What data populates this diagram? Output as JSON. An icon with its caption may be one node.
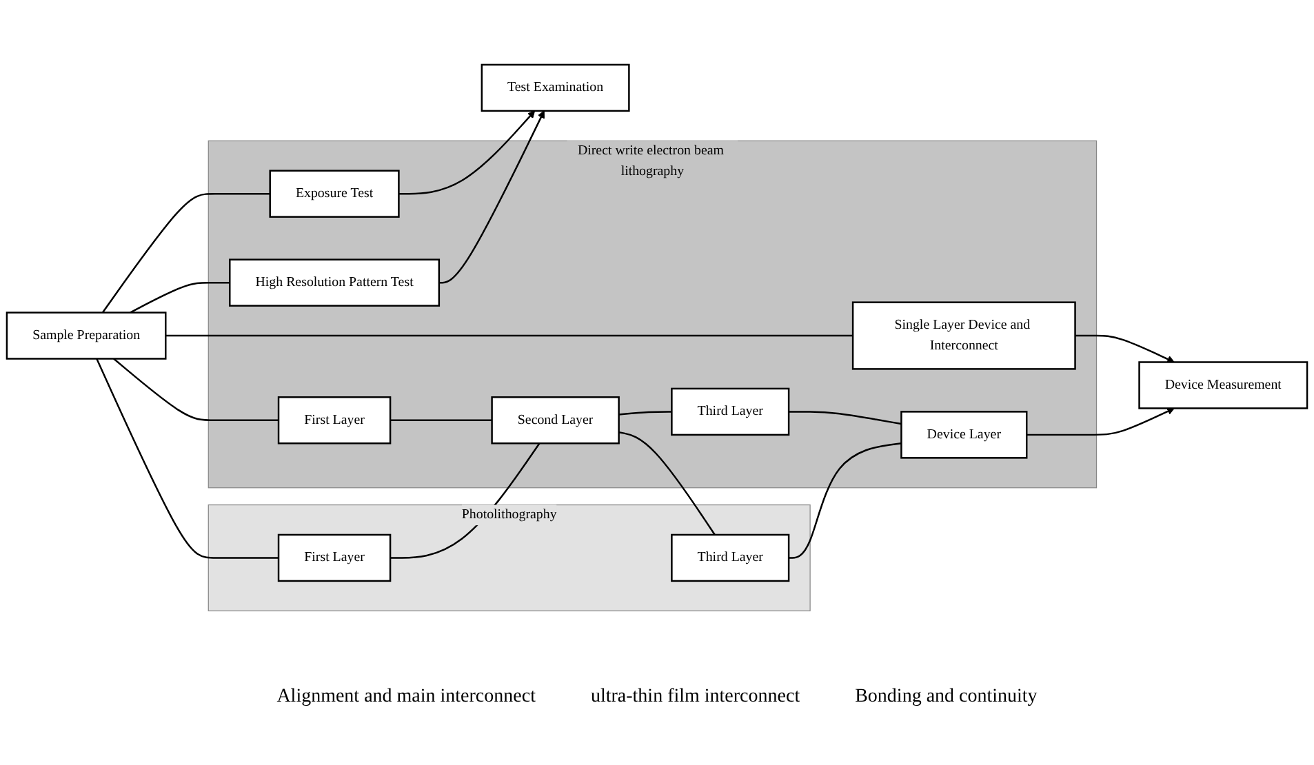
{
  "diagram": {
    "nodes": [
      {
        "text": [
          "Direct write electron beam lithography"
        ]
      },
      {
        "text": [
          "Exposure Test"
        ],
        "in": 0
      },
      {
        "text": [
          "High Resolution Pattern Test"
        ],
        "in": 0
      },
      {
        "text": [
          "Single Layer Device and Interconnect"
        ],
        "in": 0
      },
      {
        "text": [
          "First Layer"
        ],
        "in": 0
      },
      {
        "text": [
          "Second Layer"
        ],
        "in": 0
      },
      {
        "text": [
          "Third Layer"
        ],
        "in": 0
      },
      {
        "text": [
          "Device Layer"
        ],
        "in": 0
      },
      {
        "text": [
          "Photolithography"
        ]
      },
      {
        "text": [
          "First Layer"
        ],
        "in": 8
      },
      {
        "text": [
          "Third Layer"
        ],
        "in": 8
      },
      {
        "text": [
          "Sample Preparation"
        ]
      },
      {
        "text": [
          "Test Examination"
        ]
      },
      {
        "text": [
          "Device Measurement"
        ]
      }
    ],
    "edges": [
      {
        "from": 11,
        "to": 1,
        "arrow": "none"
      },
      {
        "from": 11,
        "to": 2,
        "arrow": "none"
      },
      {
        "from": 11,
        "to": 3,
        "arrow": "none"
      },
      {
        "from": 11,
        "to": 4,
        "arrow": "none"
      },
      {
        "from": 11,
        "to": 9,
        "arrow": "none"
      },
      {
        "from": 1,
        "to": 12,
        "arrow": "to"
      },
      {
        "from": 2,
        "to": 12,
        "arrow": "to"
      },
      {
        "from": 3,
        "to": 13,
        "arrow": "to"
      },
      {
        "from": 4,
        "to": 5,
        "arrow": "none"
      },
      {
        "from": 9,
        "to": 5,
        "arrow": "none"
      },
      {
        "from": 5,
        "to": 6,
        "arrow": "none"
      },
      {
        "from": 5,
        "to": 10,
        "arrow": "none"
      },
      {
        "from": 6,
        "to": 7,
        "arrow": "none"
      },
      {
        "from": 10,
        "to": 7,
        "arrow": "none"
      },
      {
        "from": 7,
        "to": 13,
        "arrow": "to"
      }
    ],
    "labels": [
      "Alignment and main interconnect",
      "ultra-thin film interconnect",
      "Bonding and continuity"
    ]
  }
}
